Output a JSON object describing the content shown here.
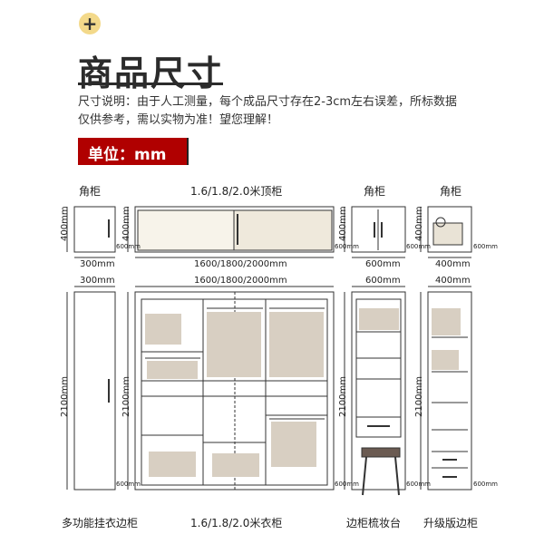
{
  "header": {
    "plus_symbol": "+",
    "title": "商品尺寸",
    "note": "尺寸说明：由于人工测量，每个成品尺寸存在2-3cm左右误差，所标数据仅供参考，需以实物为准！望您理解！",
    "unit_label": "单位：mm",
    "accent_color": "#b00000"
  },
  "top_row": {
    "corner_left_label": "角柜",
    "top_cabinet_label": "1.6/1.8/2.0米顶柜",
    "corner_mid_label": "角柜",
    "corner_right_label": "角柜",
    "height_400": "400mm",
    "width_300": "300mm",
    "width_1600": "1600/1800/2000mm",
    "width_600": "600mm",
    "width_400": "400mm",
    "depth_600": "600mm"
  },
  "bottom_row": {
    "width_300": "300mm",
    "width_1600": "1600/1800/2000mm",
    "width_600": "600mm",
    "width_400": "400mm",
    "height_2100": "2100mm",
    "depth_600": "600mm",
    "label_hang_side": "多功能挂衣边柜",
    "label_wardrobe": "1.6/1.8/2.0米衣柜",
    "label_vanity": "边柜梳妆台",
    "label_upgrade": "升级版边柜"
  }
}
